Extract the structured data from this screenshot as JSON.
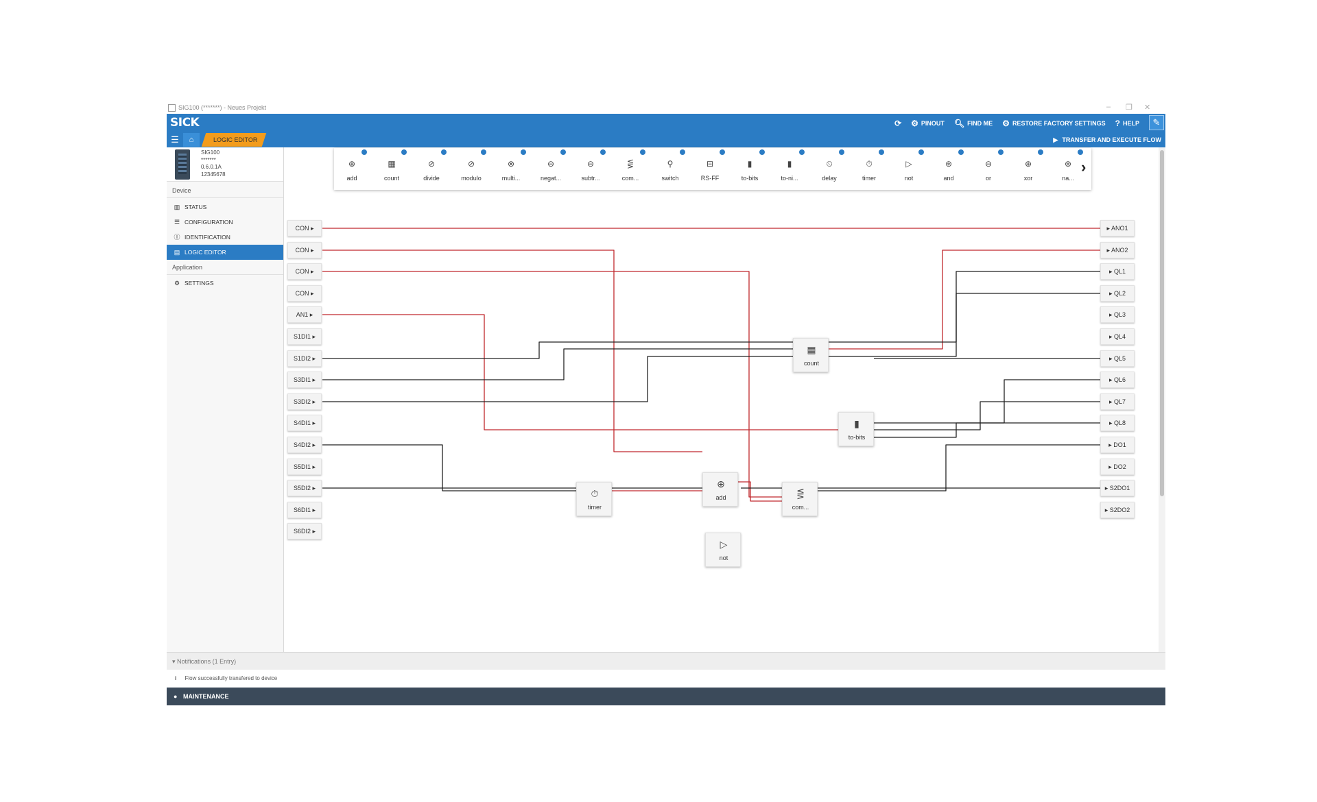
{
  "window": {
    "title": "SIG100 (*******) - Neues Projekt"
  },
  "header": {
    "logo": "SICK",
    "nav": [
      {
        "label": "",
        "icon": "refresh-icon"
      },
      {
        "label": "PINOUT",
        "icon": "gears-icon"
      },
      {
        "label": "FIND ME",
        "icon": "search-icon"
      },
      {
        "label": "RESTORE FACTORY SETTINGS",
        "icon": "gears-icon"
      },
      {
        "label": "HELP",
        "icon": "question-icon"
      }
    ],
    "edit_icon": "pencil-icon"
  },
  "subbar": {
    "breadcrumb": "LOGIC EDITOR",
    "transfer_label": "TRANSFER AND EXECUTE FLOW"
  },
  "device": {
    "name": "SIG100",
    "masked": "*******",
    "version": "0.6.0.1A",
    "serial": "12345678"
  },
  "sidebar": {
    "section_device": "Device",
    "items": [
      {
        "label": "STATUS",
        "icon": "bar-chart-icon"
      },
      {
        "label": "CONFIGURATION",
        "icon": "list-icon"
      },
      {
        "label": "IDENTIFICATION",
        "icon": "info-icon"
      },
      {
        "label": "LOGIC EDITOR",
        "icon": "document-icon"
      }
    ],
    "section_application": "Application",
    "app_items": [
      {
        "label": "SETTINGS",
        "icon": "gears-icon"
      }
    ]
  },
  "palette": [
    {
      "label": "add",
      "glyph": "⊕"
    },
    {
      "label": "count",
      "glyph": "▦"
    },
    {
      "label": "divide",
      "glyph": "⊘"
    },
    {
      "label": "modulo",
      "glyph": "⊘"
    },
    {
      "label": "multi...",
      "glyph": "⊗"
    },
    {
      "label": "negat...",
      "glyph": "⊖"
    },
    {
      "label": "subtr...",
      "glyph": "⊖"
    },
    {
      "label": "com...",
      "glyph": "⋚"
    },
    {
      "label": "switch",
      "glyph": "⚲"
    },
    {
      "label": "RS-FF",
      "glyph": "⊟"
    },
    {
      "label": "to-bits",
      "glyph": "▮"
    },
    {
      "label": "to-ni...",
      "glyph": "▮"
    },
    {
      "label": "delay",
      "glyph": "⏲"
    },
    {
      "label": "timer",
      "glyph": "⏱"
    },
    {
      "label": "not",
      "glyph": "▷"
    },
    {
      "label": "and",
      "glyph": "⊛"
    },
    {
      "label": "or",
      "glyph": "⊖"
    },
    {
      "label": "xor",
      "glyph": "⊕"
    },
    {
      "label": "na...",
      "glyph": "⊛"
    }
  ],
  "inputs": [
    "CON",
    "CON",
    "CON",
    "CON",
    "AN1",
    "S1DI1",
    "S1DI2",
    "S3DI1",
    "S3DI2",
    "S4DI1",
    "S4DI2",
    "S5DI1",
    "S5DI2",
    "S6DI1",
    "S6DI2"
  ],
  "outputs": [
    "ANO1",
    "ANO2",
    "QL1",
    "QL2",
    "QL3",
    "QL4",
    "QL5",
    "QL6",
    "QL7",
    "QL8",
    "DO1",
    "DO2",
    "S2DO1",
    "S2DO2"
  ],
  "blocks": [
    {
      "id": "count",
      "label": "count",
      "glyph": "▦"
    },
    {
      "id": "tobits",
      "label": "to-bits",
      "glyph": "▮"
    },
    {
      "id": "timer",
      "label": "timer",
      "glyph": "⏱"
    },
    {
      "id": "add",
      "label": "add",
      "glyph": "⊕"
    },
    {
      "id": "com",
      "label": "com...",
      "glyph": "⋚"
    },
    {
      "id": "not",
      "label": "not",
      "glyph": "▷"
    }
  ],
  "colors": {
    "brand_blue": "#2b7cc4",
    "accent_orange": "#f39c1c",
    "wire_analog": "#c0282d",
    "wire_digital": "#222222",
    "maintenance_bar": "#3b4a5a"
  },
  "notifications": {
    "header": "Notifications (1 Entry)",
    "message": "Flow successfully transfered to device"
  },
  "footer": {
    "label": "MAINTENANCE"
  }
}
